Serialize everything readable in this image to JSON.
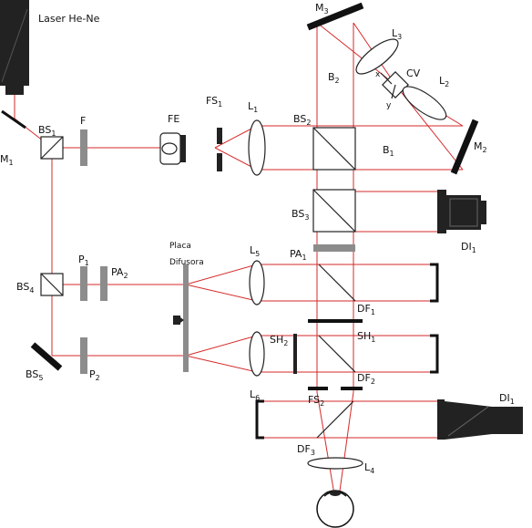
{
  "labels": {
    "laser": "Laser He-Ne",
    "m1": "M",
    "m1_sub": "1",
    "bs1": "BS",
    "bs1_sub": "1",
    "f": "F",
    "fe": "FE",
    "fs1": "FS",
    "fs1_sub": "1",
    "l1": "L",
    "l1_sub": "1",
    "bs2": "BS",
    "bs2_sub": "2",
    "b1": "B",
    "b1_sub": "1",
    "m3": "M",
    "m3_sub": "3",
    "b2": "B",
    "b2_sub": "2",
    "l3": "L",
    "l3_sub": "3",
    "cv": "CV",
    "x": "x",
    "y": "y",
    "l2": "L",
    "l2_sub": "2",
    "m2": "M",
    "m2_sub": "2",
    "bs3": "BS",
    "bs3_sub": "3",
    "di1_top": "DI",
    "di1_top_sub": "1",
    "placa": "Placa",
    "difusora": "Difusora",
    "l5": "L",
    "l5_sub": "5",
    "pa1": "PA",
    "pa1_sub": "1",
    "p1": "P",
    "p1_sub": "1",
    "pa2": "PA",
    "pa2_sub": "2",
    "bs4": "BS",
    "bs4_sub": "4",
    "df1": "DF",
    "df1_sub": "1",
    "sh2": "SH",
    "sh2_sub": "2",
    "sh1": "SH",
    "sh1_sub": "1",
    "bs5": "BS",
    "bs5_sub": "5",
    "p2": "P",
    "p2_sub": "2",
    "df2": "DF",
    "df2_sub": "2",
    "l6": "L",
    "l6_sub": "6",
    "fs2": "FS",
    "fs2_sub": "2",
    "di1_bottom": "DI",
    "di1_bottom_sub": "1",
    "df3": "DF",
    "df3_sub": "3",
    "l4": "L",
    "l4_sub": "4"
  },
  "colors": {
    "beam": "#d62a2a",
    "component": "#222222",
    "filter": "#8c8c8c"
  }
}
